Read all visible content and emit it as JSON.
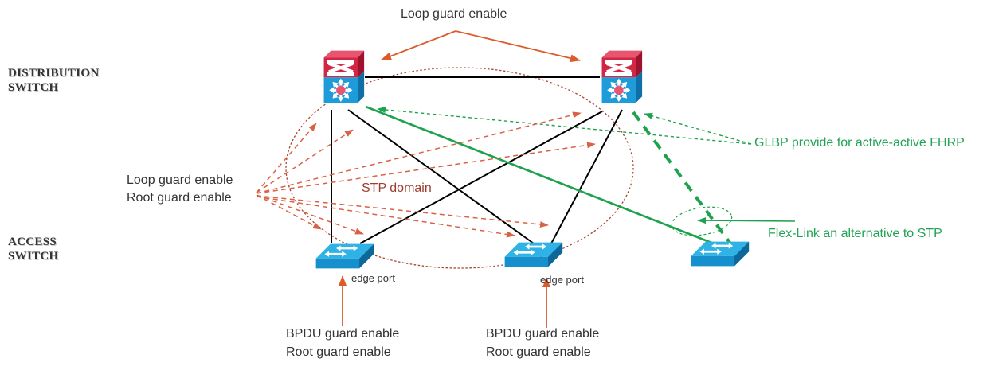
{
  "labels": {
    "distribution": {
      "line1": "DISTRIBUTION",
      "line2": "SWITCH"
    },
    "access": {
      "line1": "ACCESS",
      "line2": "SWITCH"
    }
  },
  "annotations": {
    "loop_guard_top": "Loop guard enable",
    "loop_root_left": {
      "line1": "Loop guard enable",
      "line2": "Root guard enable"
    },
    "stp_domain": "STP domain",
    "glbp": "GLBP provide for active-active FHRP",
    "flex_link": "Flex-Link an alternative to STP",
    "edge_port_1": "edge port",
    "edge_port_2": "edge port",
    "bpdu_1": {
      "line1": "BPDU guard enable",
      "line2": "Root guard enable"
    },
    "bpdu_2": {
      "line1": "BPDU guard enable",
      "line2": "Root guard enable"
    }
  },
  "nodes": [
    {
      "id": "distribution-switch-1",
      "icon": "multilayer-switch-icon",
      "layer": "distribution"
    },
    {
      "id": "distribution-switch-2",
      "icon": "multilayer-switch-icon",
      "layer": "distribution"
    },
    {
      "id": "access-switch-1",
      "icon": "workgroup-switch-icon",
      "layer": "access"
    },
    {
      "id": "access-switch-2",
      "icon": "workgroup-switch-icon",
      "layer": "access"
    },
    {
      "id": "access-switch-3",
      "icon": "workgroup-switch-icon",
      "layer": "access"
    }
  ],
  "links": [
    {
      "from": "distribution-switch-1",
      "to": "distribution-switch-2",
      "style": "solid-black"
    },
    {
      "from": "distribution-switch-1",
      "to": "access-switch-1",
      "style": "solid-black"
    },
    {
      "from": "distribution-switch-1",
      "to": "access-switch-2",
      "style": "solid-black"
    },
    {
      "from": "distribution-switch-2",
      "to": "access-switch-1",
      "style": "solid-black"
    },
    {
      "from": "distribution-switch-2",
      "to": "access-switch-2",
      "style": "solid-black"
    },
    {
      "from": "distribution-switch-1",
      "to": "access-switch-3",
      "style": "green-solid-flex-link-active"
    },
    {
      "from": "distribution-switch-2",
      "to": "access-switch-3",
      "style": "green-dashed-flex-link-standby"
    }
  ],
  "colors": {
    "bg": "#ffffff",
    "black": "#000000",
    "text": "#333333",
    "orange_solid": "#DD5B2B",
    "orange_dashed": "#D96246",
    "brick": "#A9462E",
    "brick_text": "#9C3D2E",
    "green": "#1EA24D",
    "green_text": "#21A355",
    "mls_red_front": "#D22645",
    "mls_red_top": "#E8556F",
    "mls_red_side": "#9E1230",
    "mls_dot": "#E85573",
    "mls_blue_front": "#1D9CD9",
    "mls_blue_side": "#0F6FA6",
    "ws_top": "#2FB3E6",
    "ws_front": "#1590CC",
    "ws_side": "#0C679B"
  }
}
